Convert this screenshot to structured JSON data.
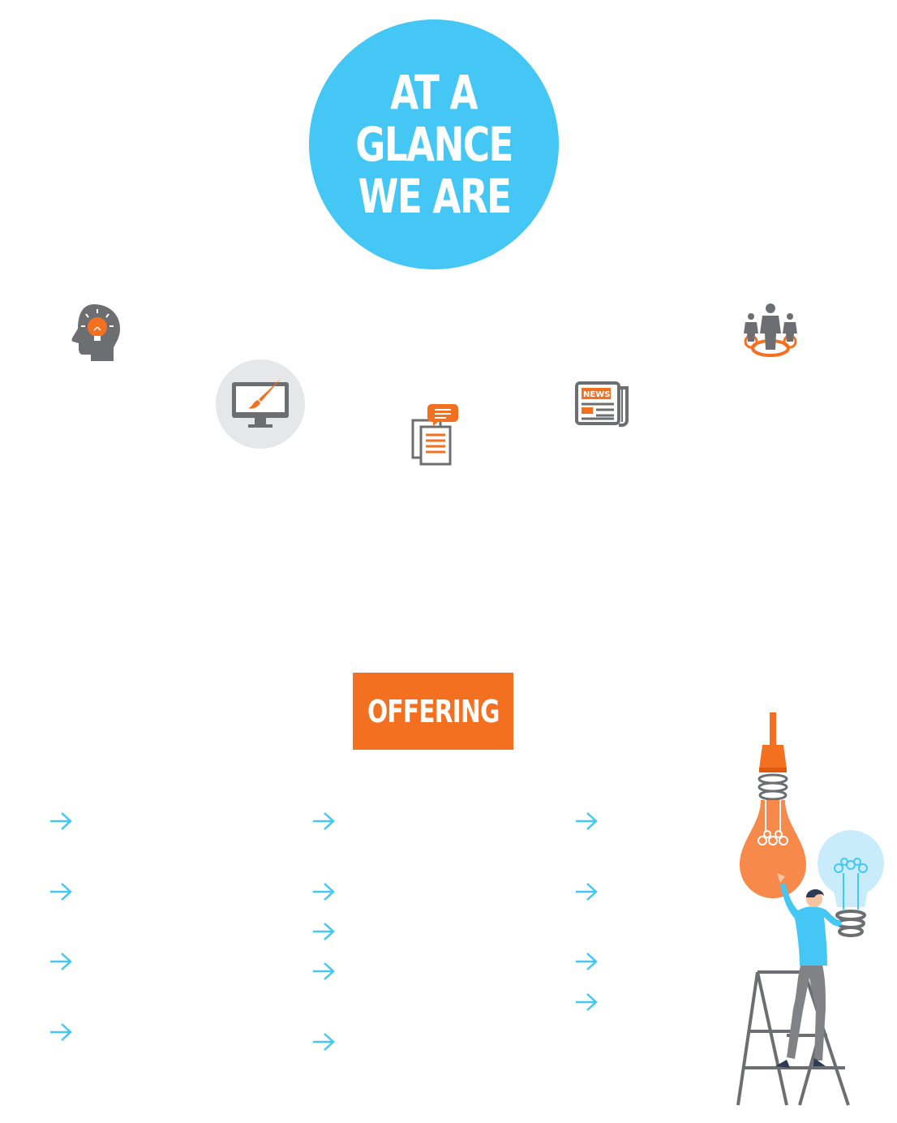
{
  "hero": {
    "lines": [
      "AT A",
      "GLANCE",
      "WE ARE"
    ],
    "color": "#45c7f5"
  },
  "offering": {
    "label": "OFFERING",
    "color": "#f37021"
  },
  "colors": {
    "accent_blue": "#45c7f5",
    "accent_orange": "#f37021",
    "icon_grey": "#6d6e71",
    "icon_bg": "#e6e7e8"
  },
  "icons": [
    "head-lightbulb-icon",
    "monitor-paintbrush-icon",
    "documents-chat-icon",
    "newspaper-icon",
    "team-people-icon"
  ],
  "arrows": {
    "icon": "arrow-right-icon",
    "columns": 3
  },
  "illustration": "person-on-ladder-with-lightbulbs"
}
